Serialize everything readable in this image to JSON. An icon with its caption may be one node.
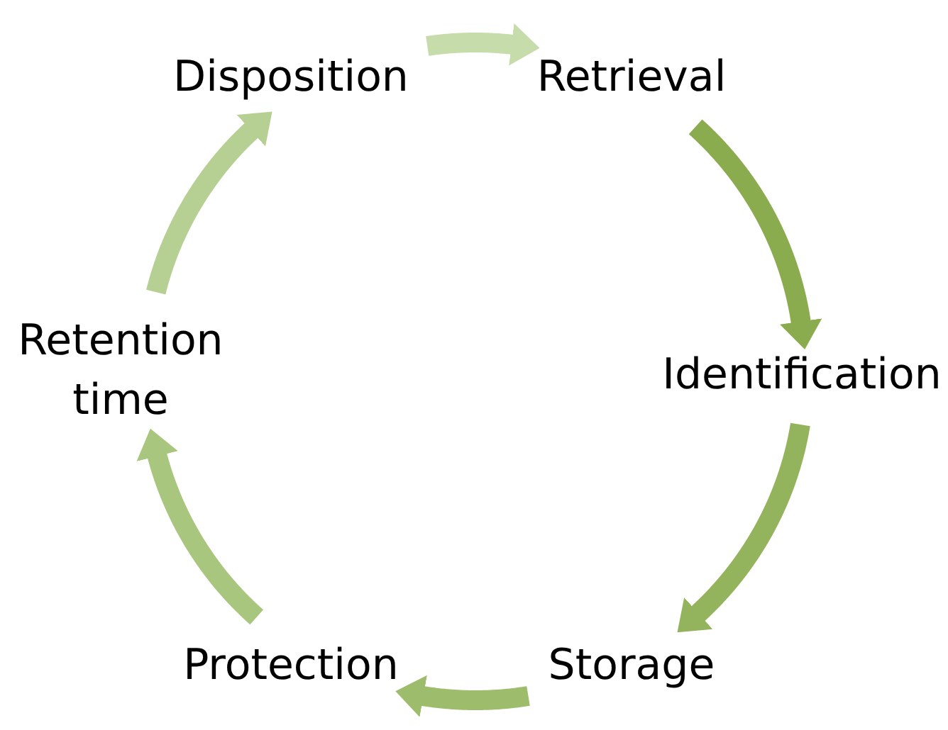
{
  "diagram": {
    "nodes": [
      {
        "text": [
          "Retrieval"
        ]
      },
      {
        "text": [
          "Identification"
        ]
      },
      {
        "text": [
          "Storage"
        ]
      },
      {
        "text": [
          "Protection"
        ]
      },
      {
        "text": [
          "Retention time"
        ]
      },
      {
        "text": [
          "Disposition"
        ]
      }
    ],
    "edges": [
      {
        "from": 0,
        "to": 1,
        "arrow": "to",
        "color": "#8aac4e"
      },
      {
        "from": 1,
        "to": 2,
        "arrow": "to",
        "color": "#93b45c"
      },
      {
        "from": 2,
        "to": 3,
        "arrow": "to",
        "color": "#9ebd6c"
      },
      {
        "from": 3,
        "to": 4,
        "arrow": "to",
        "color": "#a9c67e"
      },
      {
        "from": 4,
        "to": 5,
        "arrow": "to",
        "color": "#b6d093"
      },
      {
        "from": 5,
        "to": 0,
        "arrow": "to",
        "color": "#c6dcab"
      }
    ]
  }
}
